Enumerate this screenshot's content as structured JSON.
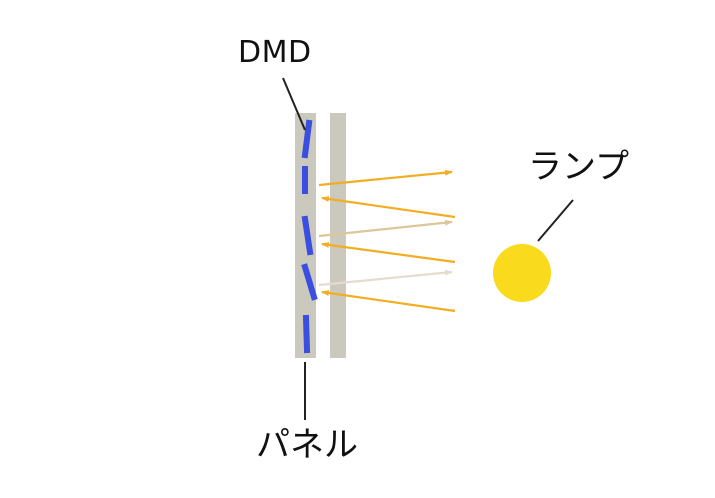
{
  "labels": {
    "dmd": "DMD",
    "lamp": "ランプ",
    "panel": "パネル"
  },
  "colors": {
    "panel": "#cbc8be",
    "mirror": "#3a4ee0",
    "beam_strong": "#f2ad22",
    "beam_faint_1": "#dcc79a",
    "beam_faint_2": "#e6dccd",
    "lamp": "#fada1c",
    "leader": "#222222"
  }
}
